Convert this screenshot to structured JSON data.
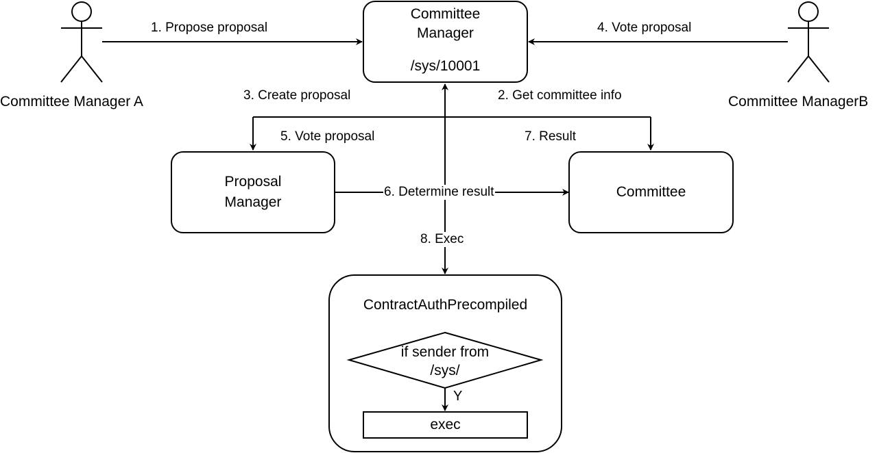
{
  "actors": {
    "a": "Committee Manager A",
    "b": "Committee ManagerB"
  },
  "nodes": {
    "committee_manager_title": "Committee Manager",
    "committee_manager_path": "/sys/10001",
    "proposal_manager": "Proposal Manager",
    "committee": "Committee",
    "contract_auth": "ContractAuthPrecompiled",
    "decision": "if sender from /sys/",
    "exec": "exec"
  },
  "edges": {
    "e1": "1. Propose proposal",
    "e2": "2. Get committee info",
    "e3": "3. Create proposal",
    "e4": "4. Vote proposal",
    "e5": "5. Vote proposal",
    "e6": "6. Determine result",
    "e7": "7. Result",
    "e8": "8. Exec",
    "yes": "Y"
  }
}
